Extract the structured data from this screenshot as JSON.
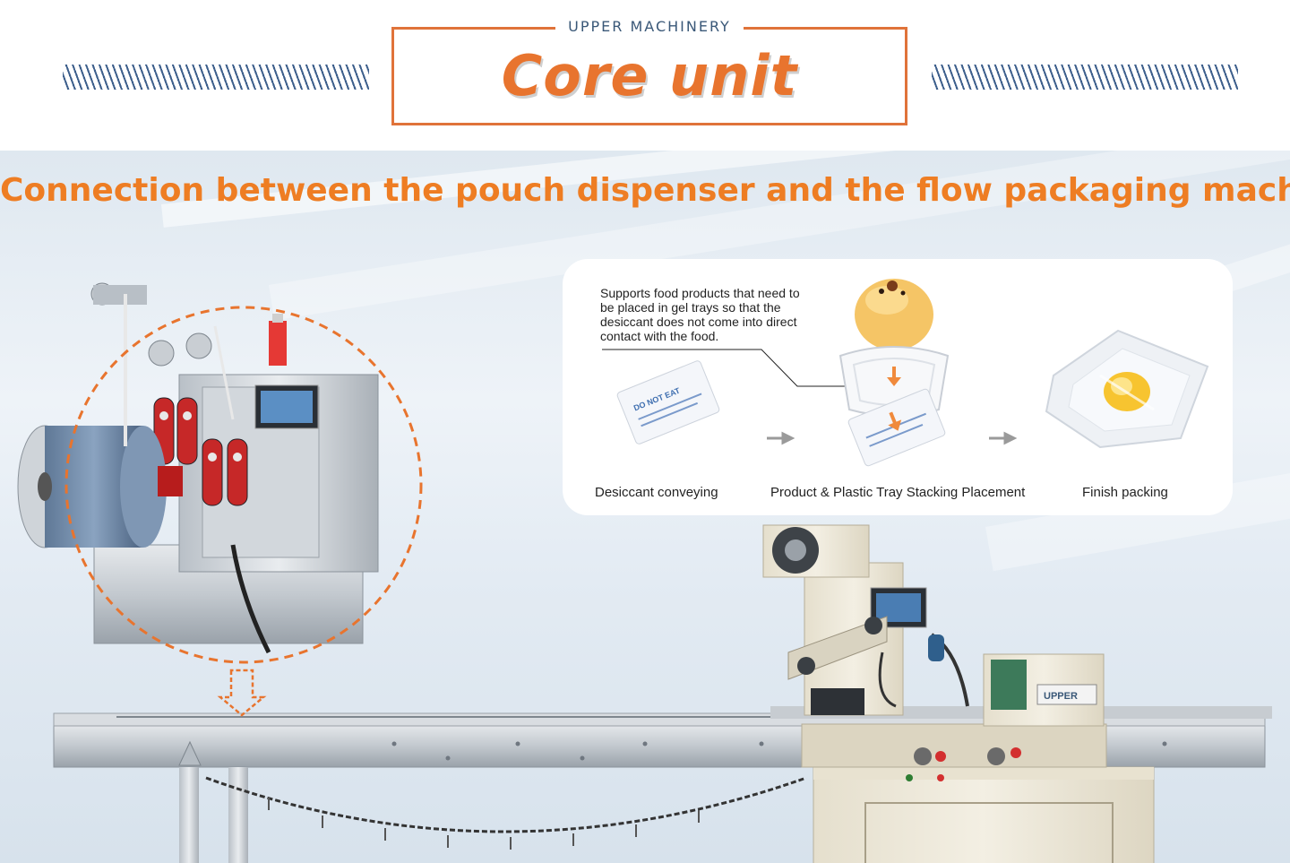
{
  "header": {
    "brand": "UPPER MACHINERY",
    "title": "Core unit"
  },
  "subtitle": "Connection between the pouch dispenser and the flow packaging machine",
  "card": {
    "note": "Supports food products that need to be placed in gel trays so that the desiccant does not come into direct contact with the food.",
    "steps": [
      {
        "label": "Desiccant conveying"
      },
      {
        "label": "Product & Plastic Tray Stacking Placement"
      },
      {
        "label": "Finish packing"
      }
    ],
    "packet_text": "DO NOT EAT"
  },
  "machine": {
    "logo": "UPPER"
  },
  "colors": {
    "accent": "#e8742e",
    "brand_text": "#3a5878",
    "hatch": "#3d5f8c",
    "steel": "#c9ced3",
    "cream": "#efeadb"
  },
  "icons": {
    "step_arrow": "right-arrow-icon",
    "down_arrow": "down-arrow-icon"
  }
}
